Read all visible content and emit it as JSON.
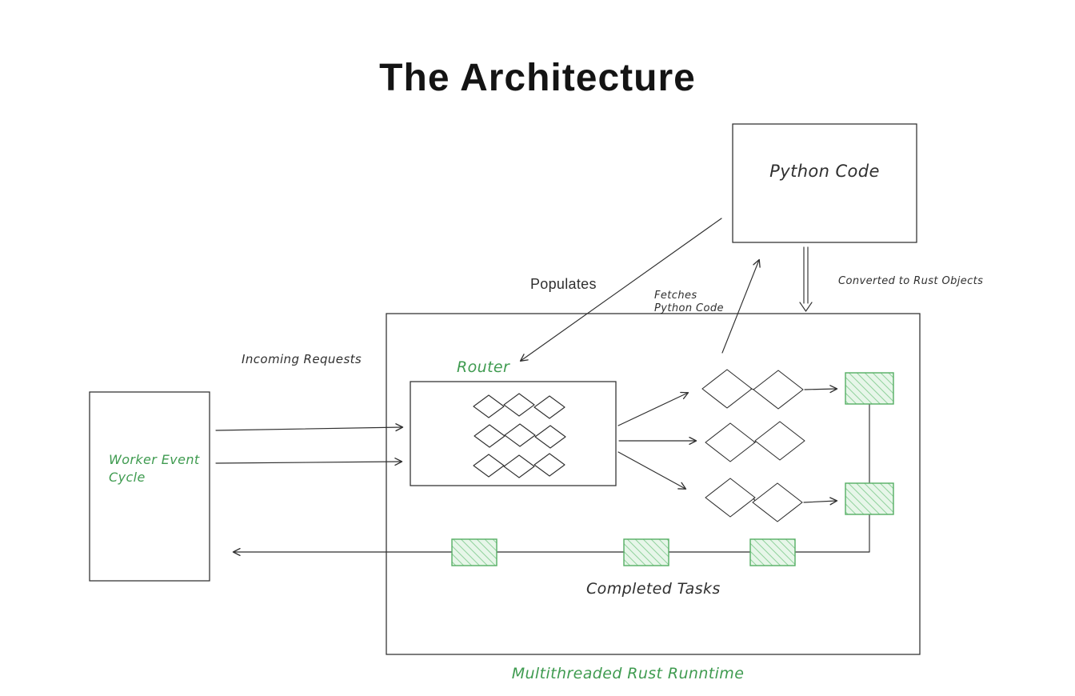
{
  "title": "The Architecture",
  "diagram": {
    "python_code_box": {
      "label": "Python Code"
    },
    "router": {
      "label": "Router"
    },
    "worker_box": {
      "lines": [
        "Worker Event",
        "Cycle"
      ]
    },
    "runtime_box": {
      "label": "Multithreaded Rust Runntime"
    },
    "labels": {
      "incoming_requests": "Incoming Requests",
      "populates": "Populates",
      "fetches": [
        "Fetches",
        "Python Code"
      ],
      "converted": "Converted to Rust Objects",
      "completed_tasks": "Completed Tasks"
    },
    "colors": {
      "accent_green": "#3f9b50",
      "ink": "#2f2f2f",
      "task_fill": "#e7f6e9",
      "task_hatch": "#8fd19b",
      "task_border": "#55ae63"
    }
  }
}
